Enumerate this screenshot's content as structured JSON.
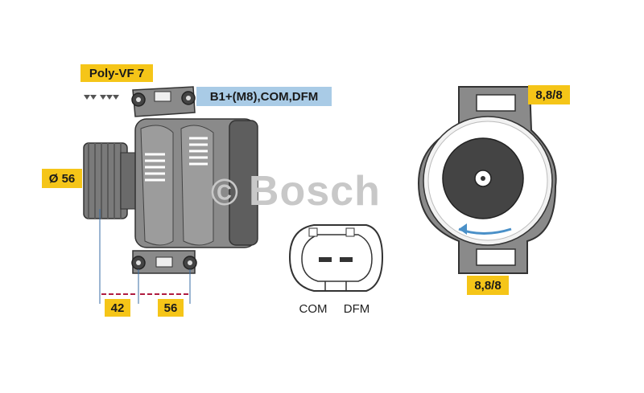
{
  "labels": {
    "pulley": "Poly-VF 7",
    "connections": "B1+(M8),COM,DFM",
    "diameter": "Ø 56",
    "dim_left": "42",
    "dim_right": "56",
    "mount_top": "8,8/8",
    "mount_bottom": "8,8/8",
    "pin_com": "COM",
    "pin_dfm": "DFM"
  },
  "watermark": {
    "symbol": "©",
    "brand": "Bosch"
  },
  "colors": {
    "label_yellow": "#f5c518",
    "label_blue": "#a9cbe6",
    "body_gray": "#8a8a8a",
    "dimension_line": "#b01c40",
    "rotation_arrow": "#4a90c8"
  }
}
